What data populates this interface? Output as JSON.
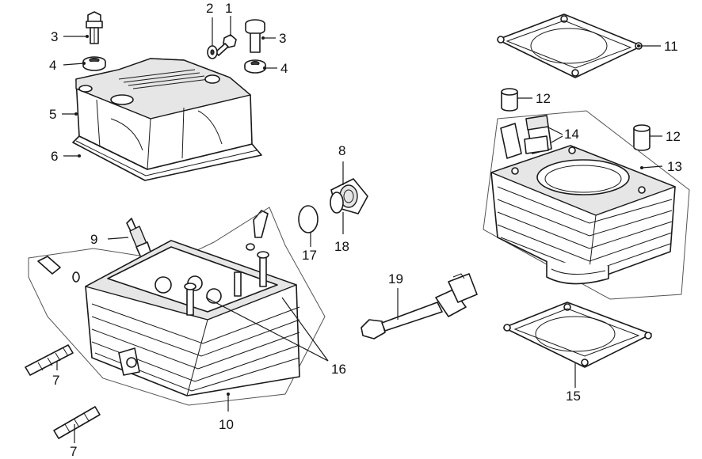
{
  "diagram": {
    "callouts": [
      {
        "id": "c1",
        "text": "1"
      },
      {
        "id": "c2",
        "text": "2"
      },
      {
        "id": "c3a",
        "text": "3"
      },
      {
        "id": "c3b",
        "text": "3"
      },
      {
        "id": "c4a",
        "text": "4"
      },
      {
        "id": "c4b",
        "text": "4"
      },
      {
        "id": "c5",
        "text": "5"
      },
      {
        "id": "c6",
        "text": "6"
      },
      {
        "id": "c7a",
        "text": "7"
      },
      {
        "id": "c7b",
        "text": "7"
      },
      {
        "id": "c8",
        "text": "8"
      },
      {
        "id": "c9",
        "text": "9"
      },
      {
        "id": "c10",
        "text": "10"
      },
      {
        "id": "c11",
        "text": "11"
      },
      {
        "id": "c12a",
        "text": "12"
      },
      {
        "id": "c12b",
        "text": "12"
      },
      {
        "id": "c13",
        "text": "13"
      },
      {
        "id": "c14",
        "text": "14"
      },
      {
        "id": "c15",
        "text": "15"
      },
      {
        "id": "c16",
        "text": "16"
      },
      {
        "id": "c17",
        "text": "17"
      },
      {
        "id": "c18",
        "text": "18"
      },
      {
        "id": "c19",
        "text": "19"
      }
    ]
  }
}
